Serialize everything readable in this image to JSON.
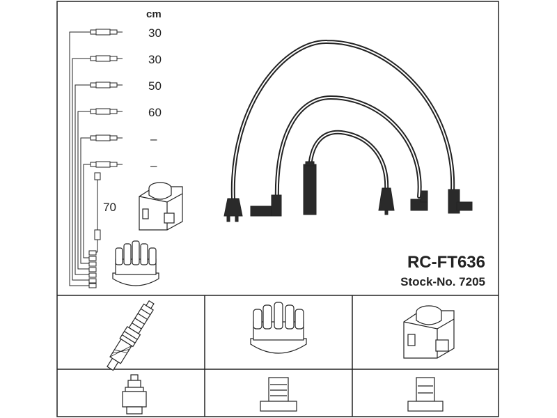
{
  "unit_label": "cm",
  "lead_lengths": [
    "30",
    "30",
    "50",
    "60",
    "–",
    "–"
  ],
  "coil_lead_length": "70",
  "model": "RC-FT636",
  "stock_number": "Stock-No. 7205",
  "icons": {
    "spark_plug": "spark-plug-icon",
    "distributor_cap": "distributor-cap-icon",
    "ignition_coil": "ignition-coil-icon",
    "plug_terminal": "plug-terminal-icon",
    "cap_terminal": "cap-terminal-icon",
    "coil_terminal": "coil-terminal-icon"
  },
  "colors": {
    "line": "#222222",
    "background": "#ffffff"
  }
}
